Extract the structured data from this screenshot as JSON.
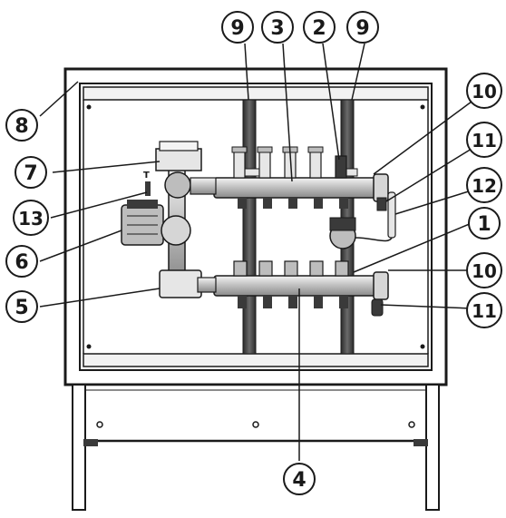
{
  "diagram": {
    "callouts": [
      {
        "id": "c9a",
        "label": "9"
      },
      {
        "id": "c3",
        "label": "3"
      },
      {
        "id": "c2",
        "label": "2"
      },
      {
        "id": "c9b",
        "label": "9"
      },
      {
        "id": "c10a",
        "label": "10"
      },
      {
        "id": "c8",
        "label": "8"
      },
      {
        "id": "c11a",
        "label": "11"
      },
      {
        "id": "c7",
        "label": "7"
      },
      {
        "id": "c12",
        "label": "12"
      },
      {
        "id": "c13",
        "label": "13"
      },
      {
        "id": "c1",
        "label": "1"
      },
      {
        "id": "c6",
        "label": "6"
      },
      {
        "id": "c10b",
        "label": "10"
      },
      {
        "id": "c5",
        "label": "5"
      },
      {
        "id": "c11b",
        "label": "11"
      },
      {
        "id": "c4",
        "label": "4"
      }
    ],
    "small_marks": {
      "thermometer_t": "T"
    },
    "colors": {
      "line": "#1a1a1a",
      "fill_light": "#e6e6e6",
      "fill_mid": "#bdbdbd",
      "fill_dark": "#3a3a3a",
      "background": "#ffffff"
    }
  }
}
